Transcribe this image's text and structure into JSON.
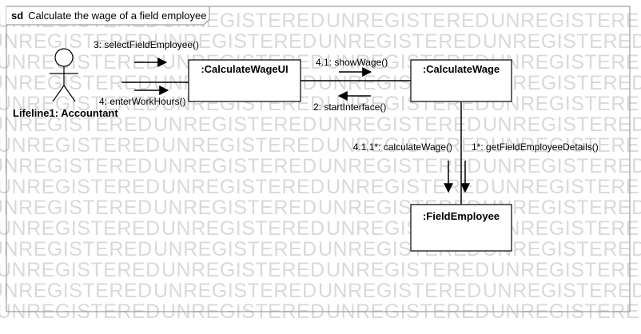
{
  "frame": {
    "keyword": "sd",
    "title": "Calculate the wage of a field employee"
  },
  "watermark": "UNREGISTERED",
  "actor": {
    "label": "Lifeline1: Accountant"
  },
  "lifelines": {
    "calculate_wage_ui": ":CalculateWageUI",
    "calculate_wage": ":CalculateWage",
    "field_employee": ":FieldEmployee"
  },
  "messages": {
    "select_field_employee": "3: selectFieldEmployee()",
    "enter_work_hours": "4: enterWorkHours()",
    "show_wage": "4.1: showWage()",
    "start_interface": "2: startInterface()",
    "calculate_wage": "4.1.1*: calculateWage()",
    "get_field_employee_details": "1*: getFieldEmployeeDetails()"
  }
}
